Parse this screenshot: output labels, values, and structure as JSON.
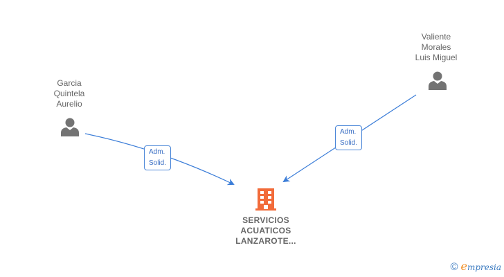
{
  "diagram": {
    "type": "corporate-relationship-graph",
    "nodes": [
      {
        "id": "p1",
        "kind": "person",
        "name_lines": [
          "Garcia",
          "Quintela",
          "Aurelio"
        ]
      },
      {
        "id": "p2",
        "kind": "person",
        "name_lines": [
          "Valiente",
          "Morales",
          "Luis Miguel"
        ]
      },
      {
        "id": "c1",
        "kind": "company",
        "name_lines": [
          "SERVICIOS",
          "ACUATICOS",
          "LANZAROTE..."
        ]
      }
    ],
    "edges": [
      {
        "from": "p1",
        "to": "c1",
        "label_lines": [
          "Adm.",
          "Solid."
        ]
      },
      {
        "from": "p2",
        "to": "c1",
        "label_lines": [
          "Adm.",
          "Solid."
        ]
      }
    ]
  },
  "icons": {
    "person": "person-silhouette-icon",
    "company": "building-icon"
  },
  "colors": {
    "person_icon": "#737373",
    "company_icon": "#f26b3a",
    "edge": "#3b7dd8",
    "text": "#666666"
  },
  "branding": {
    "copyright_symbol": "©",
    "logo_first_letter": "e",
    "logo_rest": "mpresia"
  }
}
